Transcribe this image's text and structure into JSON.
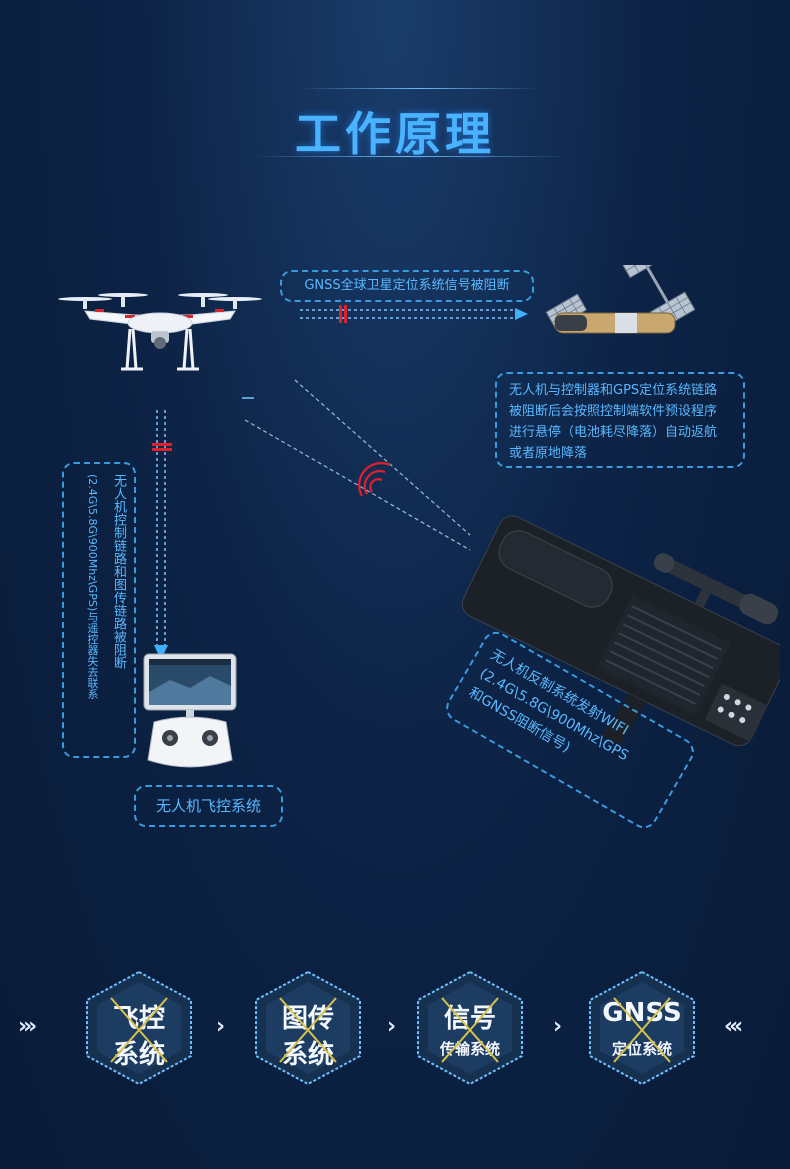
{
  "title": "工作原理",
  "labels": {
    "gnss_blocked": "GNSS全球卫星定位系统信号被阻断",
    "right_note_lines": [
      "无人机与控制器和GPS定位系统链路",
      "被阻断后会按照控制端软件预设程序",
      "进行悬停（电池耗尽降落）自动返航",
      "或者原地降落"
    ],
    "left_note_col1": "无人机控制链路和图传链路被阻断",
    "left_note_col2": "(2.4G\\5.8G\\900Mhz\\GPS)与遥控器失去联系",
    "flight_control_system": "无人机飞控系统",
    "jammer_lines": [
      "无人机反制系统发射WIFI",
      "(2.4G\\5.8G\\900Mhz\\GPS",
      "和GNSS阻断信号)"
    ]
  },
  "bottom": {
    "left_arrows": "›››",
    "right_arrows": "‹‹‹",
    "sep": "›",
    "items": [
      {
        "line1": "飞控",
        "line2": "系统"
      },
      {
        "line1": "图传",
        "line2": "系统"
      },
      {
        "line1": "信号",
        "line2": "传输系统"
      },
      {
        "line1": "GNSS",
        "line2": "定位系统"
      }
    ]
  },
  "colors": {
    "accent": "#4ab3ff",
    "dash": "#3a9ce0",
    "cross": "#d8c24a",
    "block": "#e0202a"
  }
}
